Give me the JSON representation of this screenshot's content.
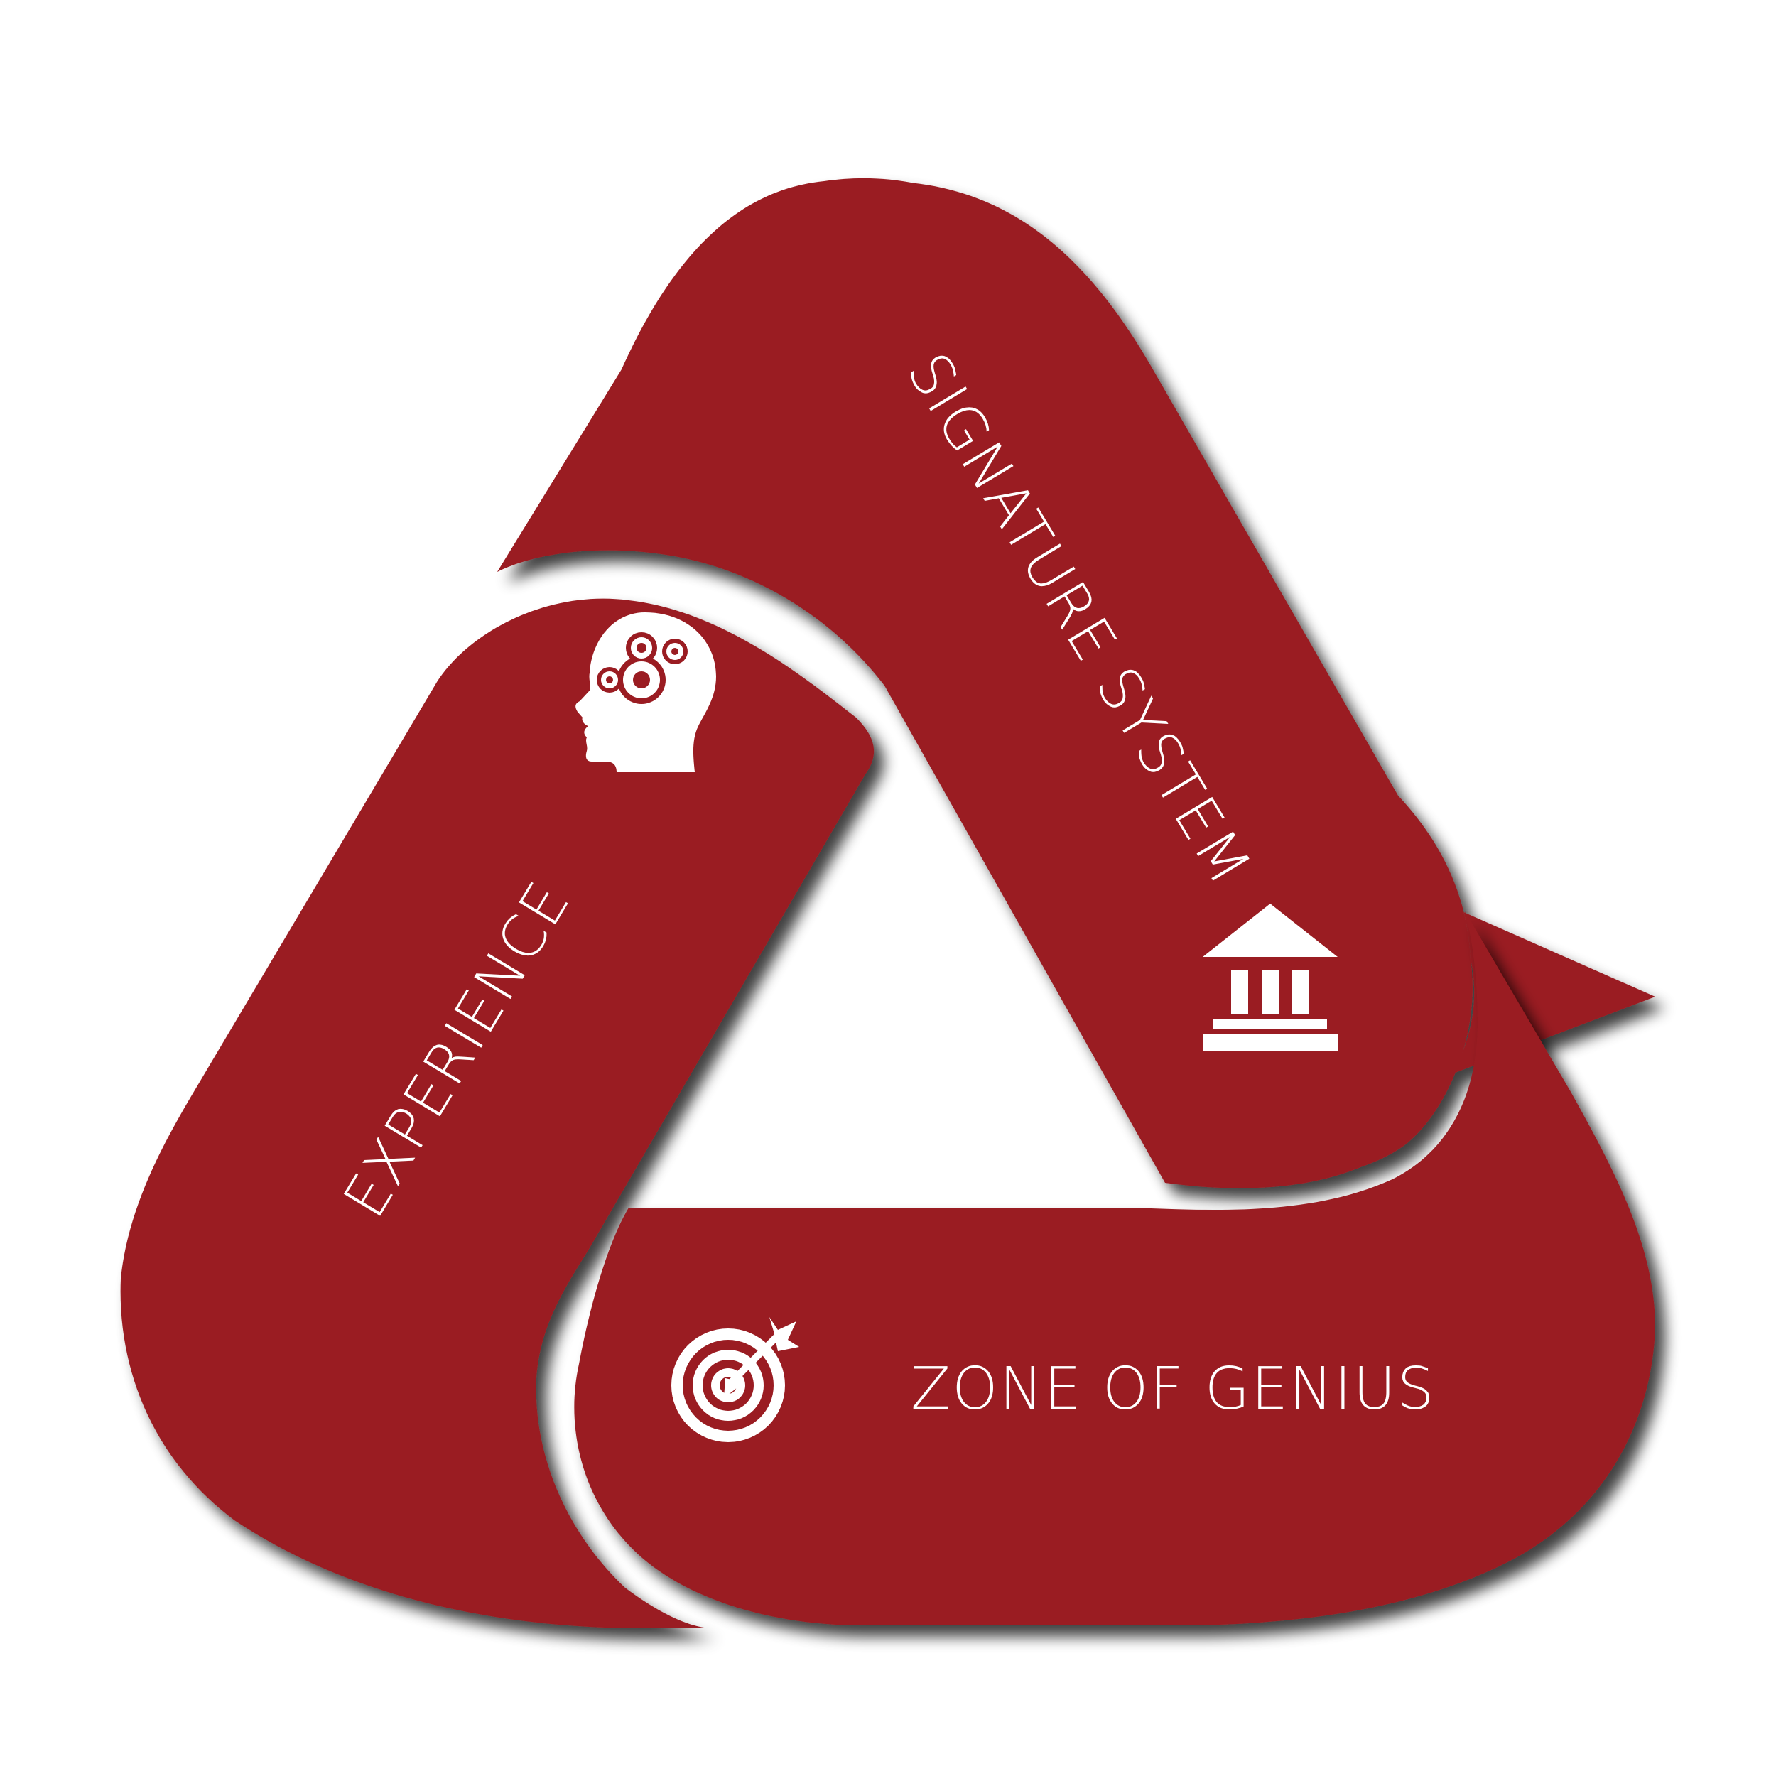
{
  "diagram": {
    "segments": [
      {
        "id": "signature-system",
        "label": "SIGNATURE SYSTEM",
        "icon": "building-icon"
      },
      {
        "id": "experience",
        "label": "EXPERIENCE",
        "icon": "head-gears-icon"
      },
      {
        "id": "zone-of-genius",
        "label": "ZONE OF GENIUS",
        "icon": "target-arrow-icon"
      }
    ]
  },
  "colors": {
    "segment_fill": "#9a1f23",
    "icon": "#ffffff",
    "text": "#ffffff",
    "background": "#ffffff",
    "shadow": "#000000"
  }
}
